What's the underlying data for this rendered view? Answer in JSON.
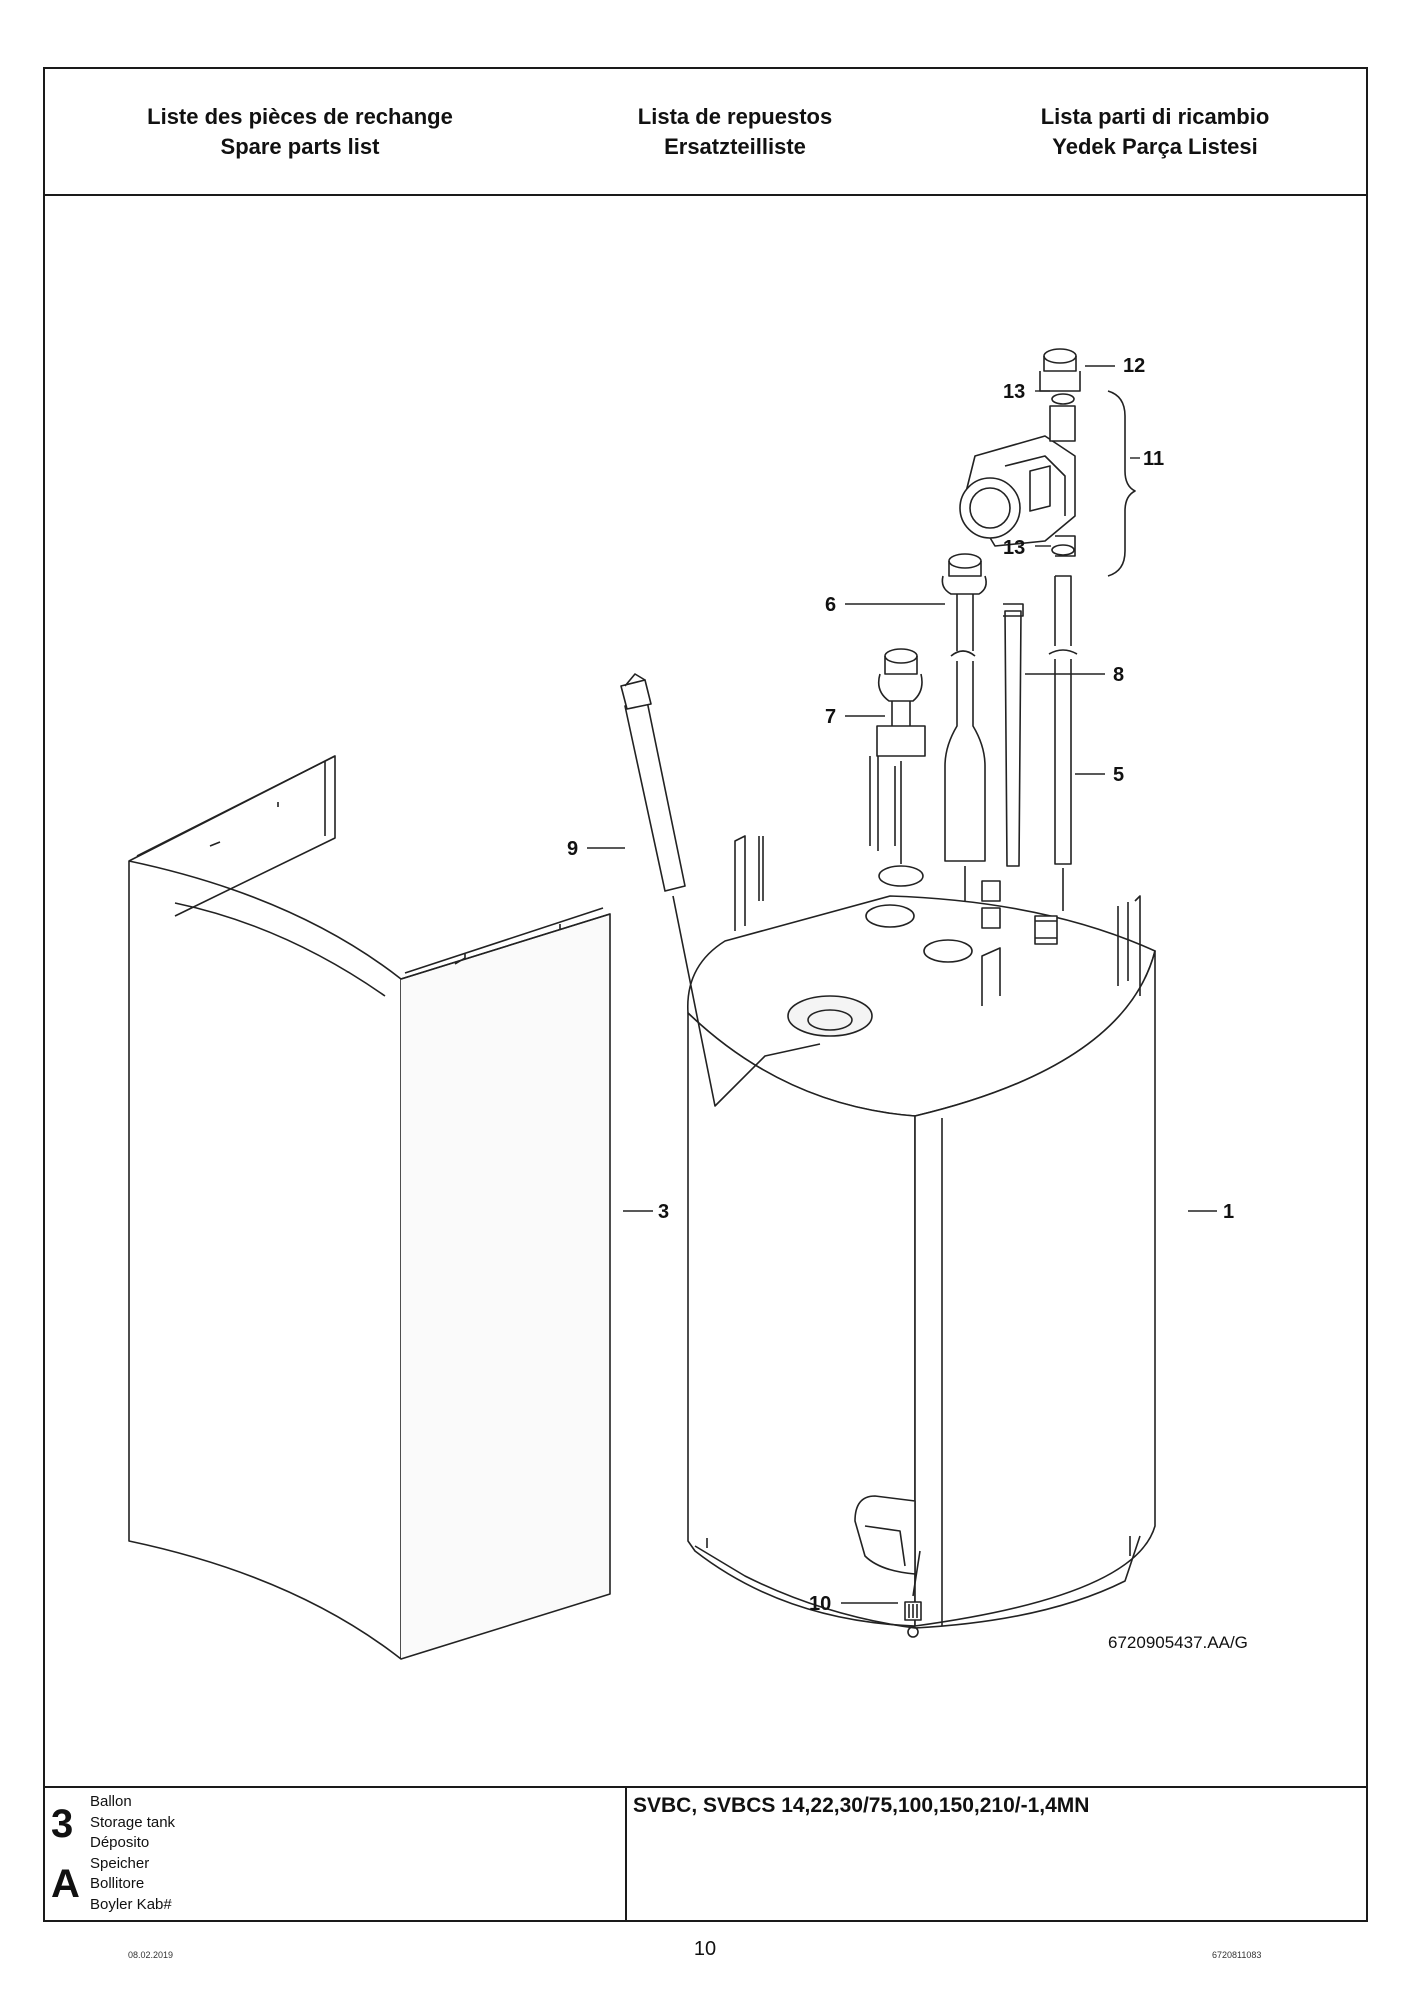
{
  "header": {
    "col1": [
      "Liste des pièces de rechange",
      "Spare parts list"
    ],
    "col2": [
      "Lista de repuestos",
      "Ersatzteilliste"
    ],
    "col3": [
      "Lista parti di ricambio",
      "Yedek Parça Listesi"
    ]
  },
  "drawing": {
    "labels": {
      "p1": "1",
      "p3": "3",
      "p5": "5",
      "p6": "6",
      "p7": "7",
      "p8": "8",
      "p9": "9",
      "p10": "10",
      "p11": "11",
      "p12": "12",
      "p13a": "13",
      "p13b": "13"
    },
    "drawing_id": "6720905437.AA/G"
  },
  "footer": {
    "number": "3",
    "letter": "A",
    "names": [
      "Ballon",
      "Storage tank",
      "Déposito",
      "Speicher",
      "Bollitore",
      "Boyler Kab#"
    ],
    "model": "SVBC, SVBCS 14,22,30/75,100,150,210/-1,4MN"
  },
  "page_number": "10",
  "footnote_left": "08.02.2019",
  "footnote_right": "6720811083"
}
